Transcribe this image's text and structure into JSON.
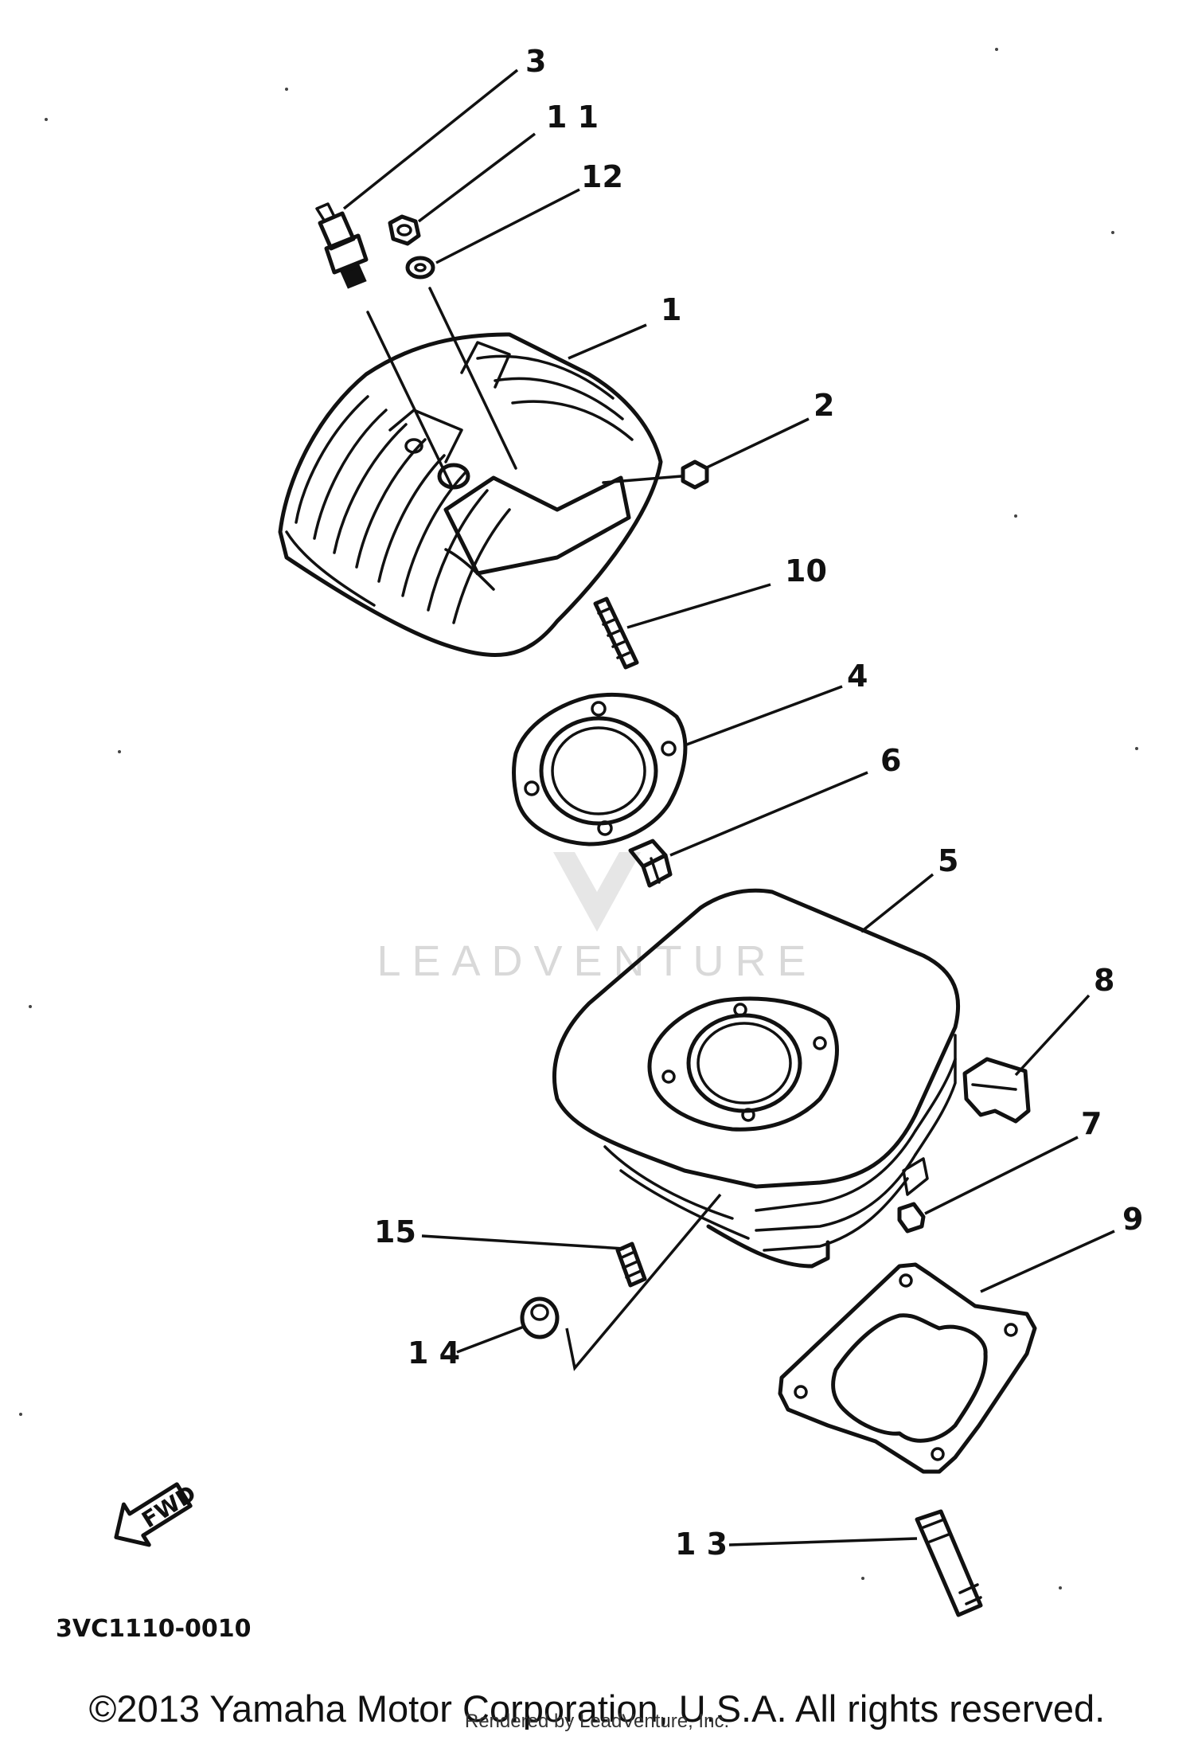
{
  "callouts": {
    "c1": "1",
    "c2": "2",
    "c3": "3",
    "c4": "4",
    "c5": "5",
    "c6": "6",
    "c7": "7",
    "c8": "8",
    "c9": "9",
    "c10": "10",
    "c11": "1 1",
    "c12": "12",
    "c13": "1 3",
    "c14": "1 4",
    "c15": "15"
  },
  "forward_label": "FWD",
  "diagram_code": "3VC1110-0010",
  "watermark": "LEADVENTURE",
  "copyright": "©2013 Yamaha Motor Corporation, U.S.A. All rights reserved.",
  "credit": "Rendered by LeadVenture, Inc."
}
